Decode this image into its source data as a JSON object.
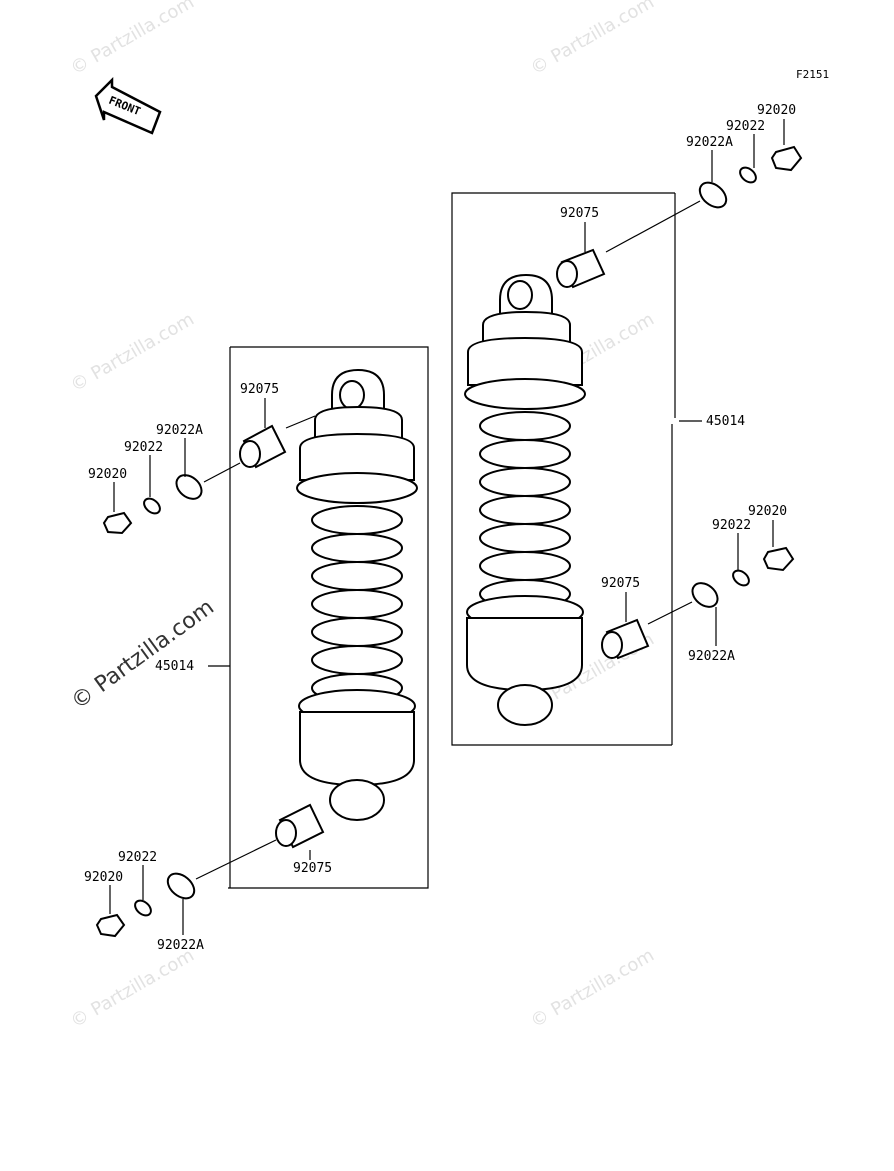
{
  "figure_code": "F2151",
  "front_label": "FRONT",
  "watermark": "© Partzilla.com",
  "labels": {
    "r_nut": "92020",
    "r_washer": "92022",
    "r_washerA": "92022A",
    "r_collar": "92075",
    "r_shock": "45014",
    "r_nut_low": "92020",
    "r_washer_low": "92022",
    "r_collar_low": "92075",
    "r_washerA_low": "92022A",
    "l_collar": "92075",
    "l_washerA": "92022A",
    "l_washer": "92022",
    "l_nut": "92020",
    "l_shock": "45014",
    "l_washer_low": "92022",
    "l_nut_low": "92020",
    "l_collar_low": "92075",
    "l_washerA_low": "92022A"
  }
}
